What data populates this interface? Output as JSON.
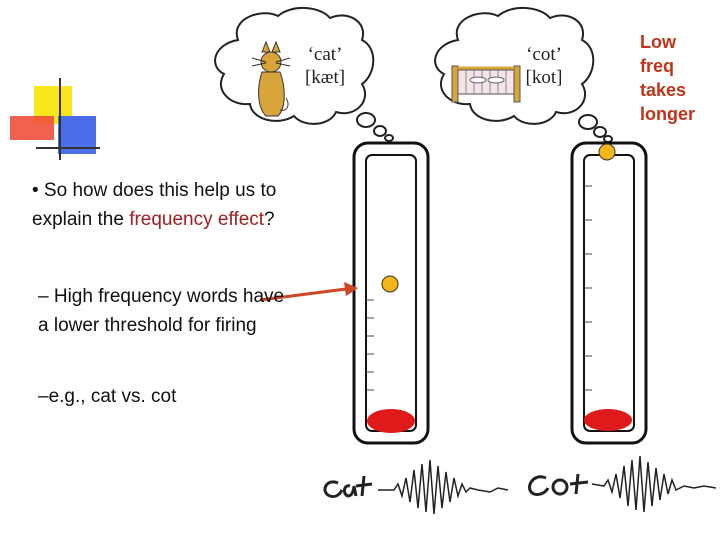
{
  "thought_bubbles": {
    "cat": {
      "word": "‘cat’",
      "ipa": "[kæt]"
    },
    "cot": {
      "word": "‘cot’",
      "ipa": "[kot]"
    }
  },
  "side_note": {
    "line1": "Low",
    "line2": "freq",
    "line3": "takes",
    "line4": "longer"
  },
  "bullets": {
    "main_prefix": "• So how does this help us to explain the ",
    "main_accent": "frequency effect",
    "main_suffix": "?",
    "sub1_dash": "–",
    "sub1_text": " High frequency words have a lower threshold for firing",
    "sub2_dash": "–",
    "sub2_text": "e.g., cat vs. cot"
  },
  "colors": {
    "accent_red": "#a02020",
    "note_red": "#c0331a",
    "ball_orange": "#f5b718",
    "liquid_red": "#e0191b",
    "arrow_red": "#d04525",
    "cat_brown": "#d9a53b"
  },
  "icons": [
    "cat-icon",
    "cot-icon",
    "waveform-icon"
  ],
  "handwriting": [
    "Cat",
    "Cot"
  ]
}
